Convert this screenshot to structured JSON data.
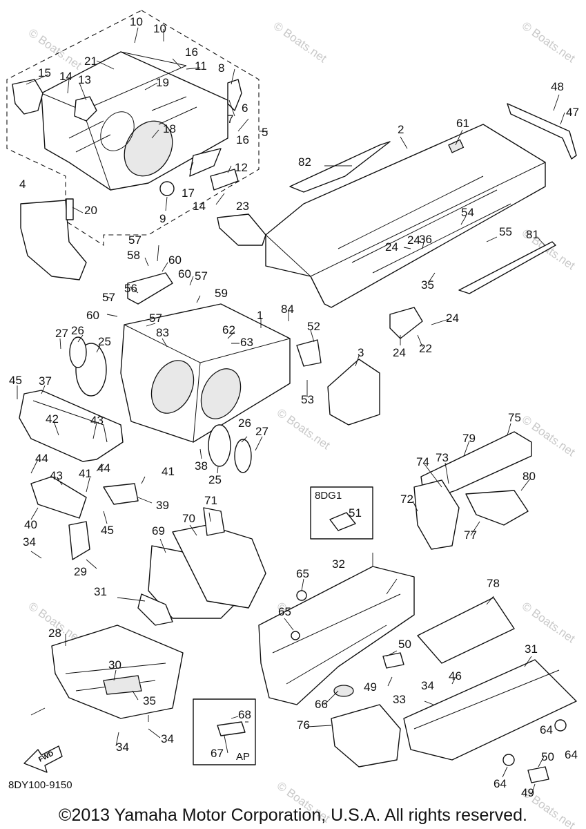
{
  "diagram": {
    "code": "8DY100-9150",
    "copyright": "©2013 Yamaha Motor Corporation, U.S.A. All rights reserved.",
    "watermark": "© Boats.net",
    "fwd_label": "FWD",
    "box_labels": {
      "variant": "8DG1",
      "ap": "AP"
    },
    "part_numbers": [
      "1",
      "2",
      "3",
      "4",
      "5",
      "6",
      "7",
      "8",
      "9",
      "10",
      "10",
      "11",
      "12",
      "13",
      "14",
      "14",
      "15",
      "16",
      "16",
      "17",
      "18",
      "19",
      "20",
      "21",
      "22",
      "23",
      "24",
      "24",
      "24",
      "24",
      "25",
      "25",
      "26",
      "26",
      "27",
      "27",
      "28",
      "29",
      "30",
      "31",
      "31",
      "32",
      "33",
      "34",
      "34",
      "34",
      "34",
      "35",
      "35",
      "36",
      "37",
      "38",
      "39",
      "40",
      "41",
      "41",
      "42",
      "43",
      "43",
      "44",
      "44",
      "45",
      "45",
      "46",
      "47",
      "48",
      "49",
      "49",
      "50",
      "50",
      "51",
      "52",
      "53",
      "54",
      "55",
      "56",
      "57",
      "57",
      "57",
      "57",
      "58",
      "59",
      "60",
      "60",
      "60",
      "61",
      "62",
      "63",
      "64",
      "64",
      "64",
      "65",
      "65",
      "66",
      "67",
      "68",
      "69",
      "70",
      "71",
      "72",
      "73",
      "74",
      "75",
      "76",
      "77",
      "78",
      "79",
      "80",
      "81",
      "82",
      "83",
      "84"
    ]
  }
}
